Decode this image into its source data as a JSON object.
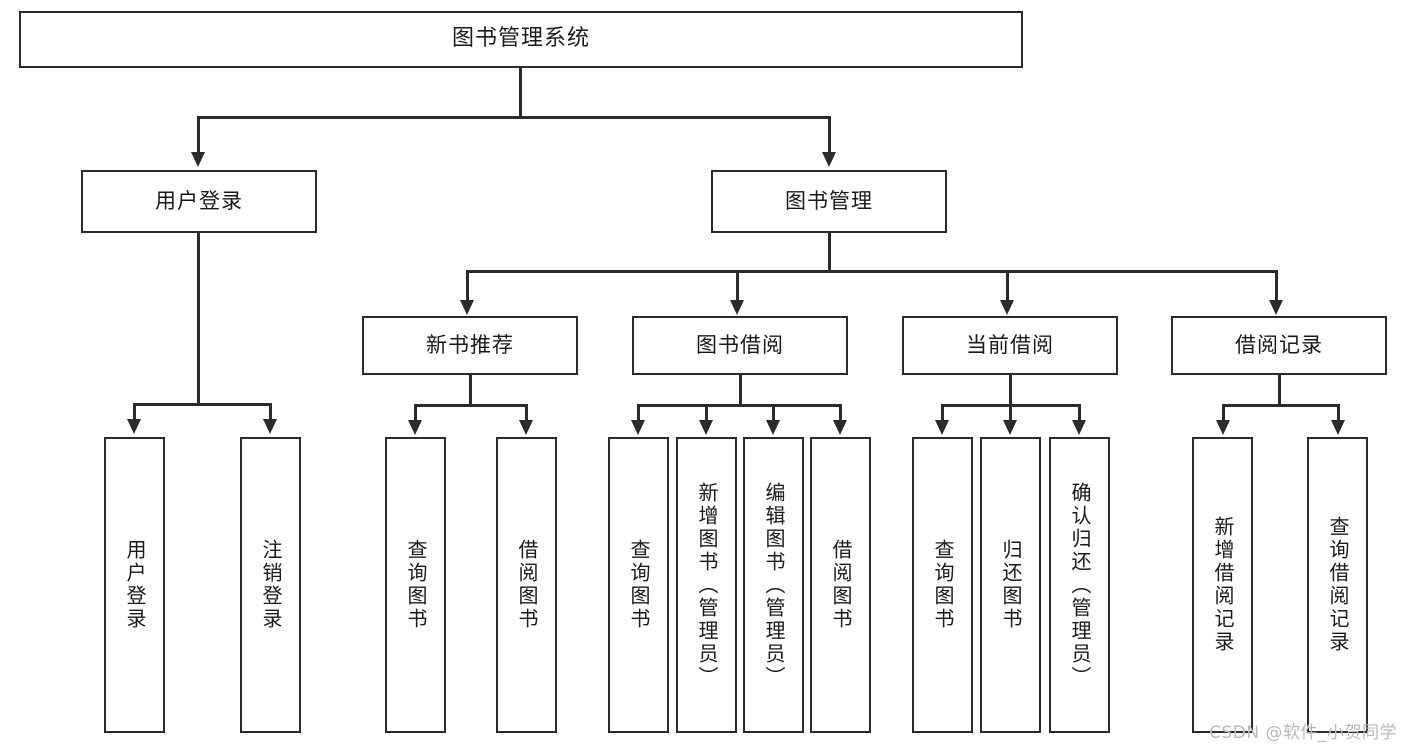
{
  "diagram": {
    "title": "图书管理系统",
    "type": "tree",
    "watermark": "CSDN @软件_小贺同学",
    "levels": {
      "root": {
        "label": "图书管理系统"
      },
      "level2": [
        {
          "label": "用户登录"
        },
        {
          "label": "图书管理"
        }
      ],
      "level3": [
        {
          "label": "新书推荐"
        },
        {
          "label": "图书借阅"
        },
        {
          "label": "当前借阅"
        },
        {
          "label": "借阅记录"
        }
      ],
      "leaves_user_login": [
        {
          "label": "用户登录"
        },
        {
          "label": "注销登录"
        }
      ],
      "leaves_new_book": [
        {
          "label": "查询图书"
        },
        {
          "label": "借阅图书"
        }
      ],
      "leaves_borrow": [
        {
          "label": "查询图书"
        },
        {
          "label": "新增图书（管理员）"
        },
        {
          "label": "编辑图书（管理员）"
        },
        {
          "label": "借阅图书"
        }
      ],
      "leaves_current": [
        {
          "label": "查询图书"
        },
        {
          "label": "归还图书"
        },
        {
          "label": "确认归还（管理员）"
        }
      ],
      "leaves_records": [
        {
          "label": "新增借阅记录"
        },
        {
          "label": "查询借阅记录"
        }
      ]
    },
    "colors": {
      "stroke": "#2b2b2b",
      "fill": "#ffffff",
      "text": "#1a1a1a",
      "watermark": "#b9b9b9"
    }
  }
}
